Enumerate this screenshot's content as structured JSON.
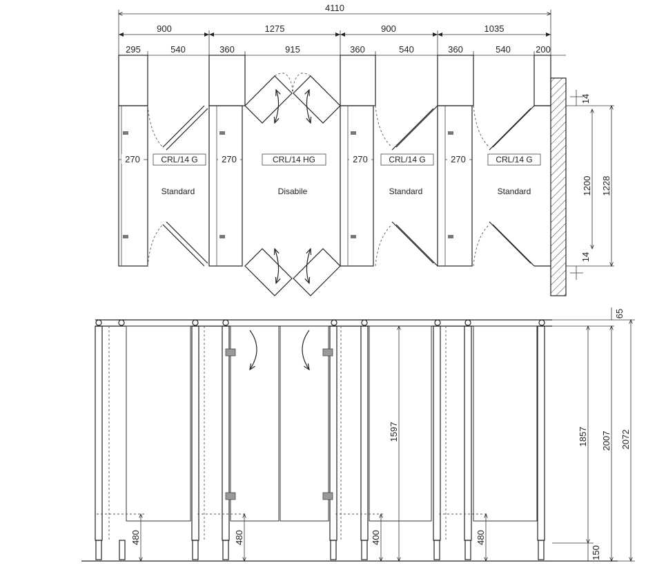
{
  "plan": {
    "overall_width": "4110",
    "bay_widths": [
      "900",
      "1275",
      "900",
      "1035"
    ],
    "sub_widths": [
      "295",
      "540",
      "360",
      "915",
      "360",
      "540",
      "360",
      "540",
      "200"
    ],
    "partition_depths": [
      "270",
      "270",
      "270",
      "270"
    ],
    "cubicles": [
      {
        "code": "CRL/14 G",
        "type": "Standard"
      },
      {
        "code": "CRL/14 HG",
        "type": "Disabile"
      },
      {
        "code": "CRL/14 G",
        "type": "Standard"
      },
      {
        "code": "CRL/14 G",
        "type": "Standard"
      }
    ],
    "right_dims": {
      "top": "14",
      "bottom": "14",
      "inner": "1200",
      "outer": "1228"
    }
  },
  "elevation": {
    "heights": {
      "top_gap": "65",
      "door_height": "1597",
      "panel_height": "1857",
      "to_rail": "2007",
      "overall": "2072",
      "foot": "150"
    },
    "foot_heights": [
      "480",
      "480",
      "400",
      "480"
    ]
  }
}
